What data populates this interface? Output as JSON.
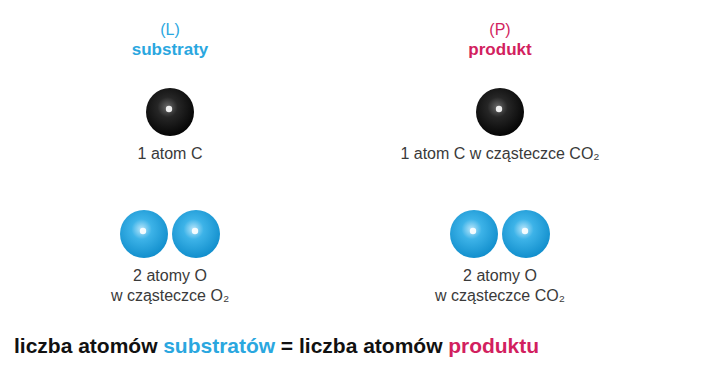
{
  "diagram": {
    "nodes": [
      {
        "text": [
          "1 atom C"
        ]
      },
      {
        "text": [
          "1 atom C w cząsteczce CO₂"
        ]
      },
      {
        "text": [
          "2 atomy O",
          "w cząsteczce O₂"
        ]
      },
      {
        "text": [
          "2 atomy O",
          "w cząsteczce CO₂"
        ]
      }
    ],
    "labels": [
      "(L)",
      "substraty",
      "(P)",
      "produkt",
      "liczba atomów",
      "substratów",
      "= liczba atomów",
      "produktu"
    ]
  }
}
